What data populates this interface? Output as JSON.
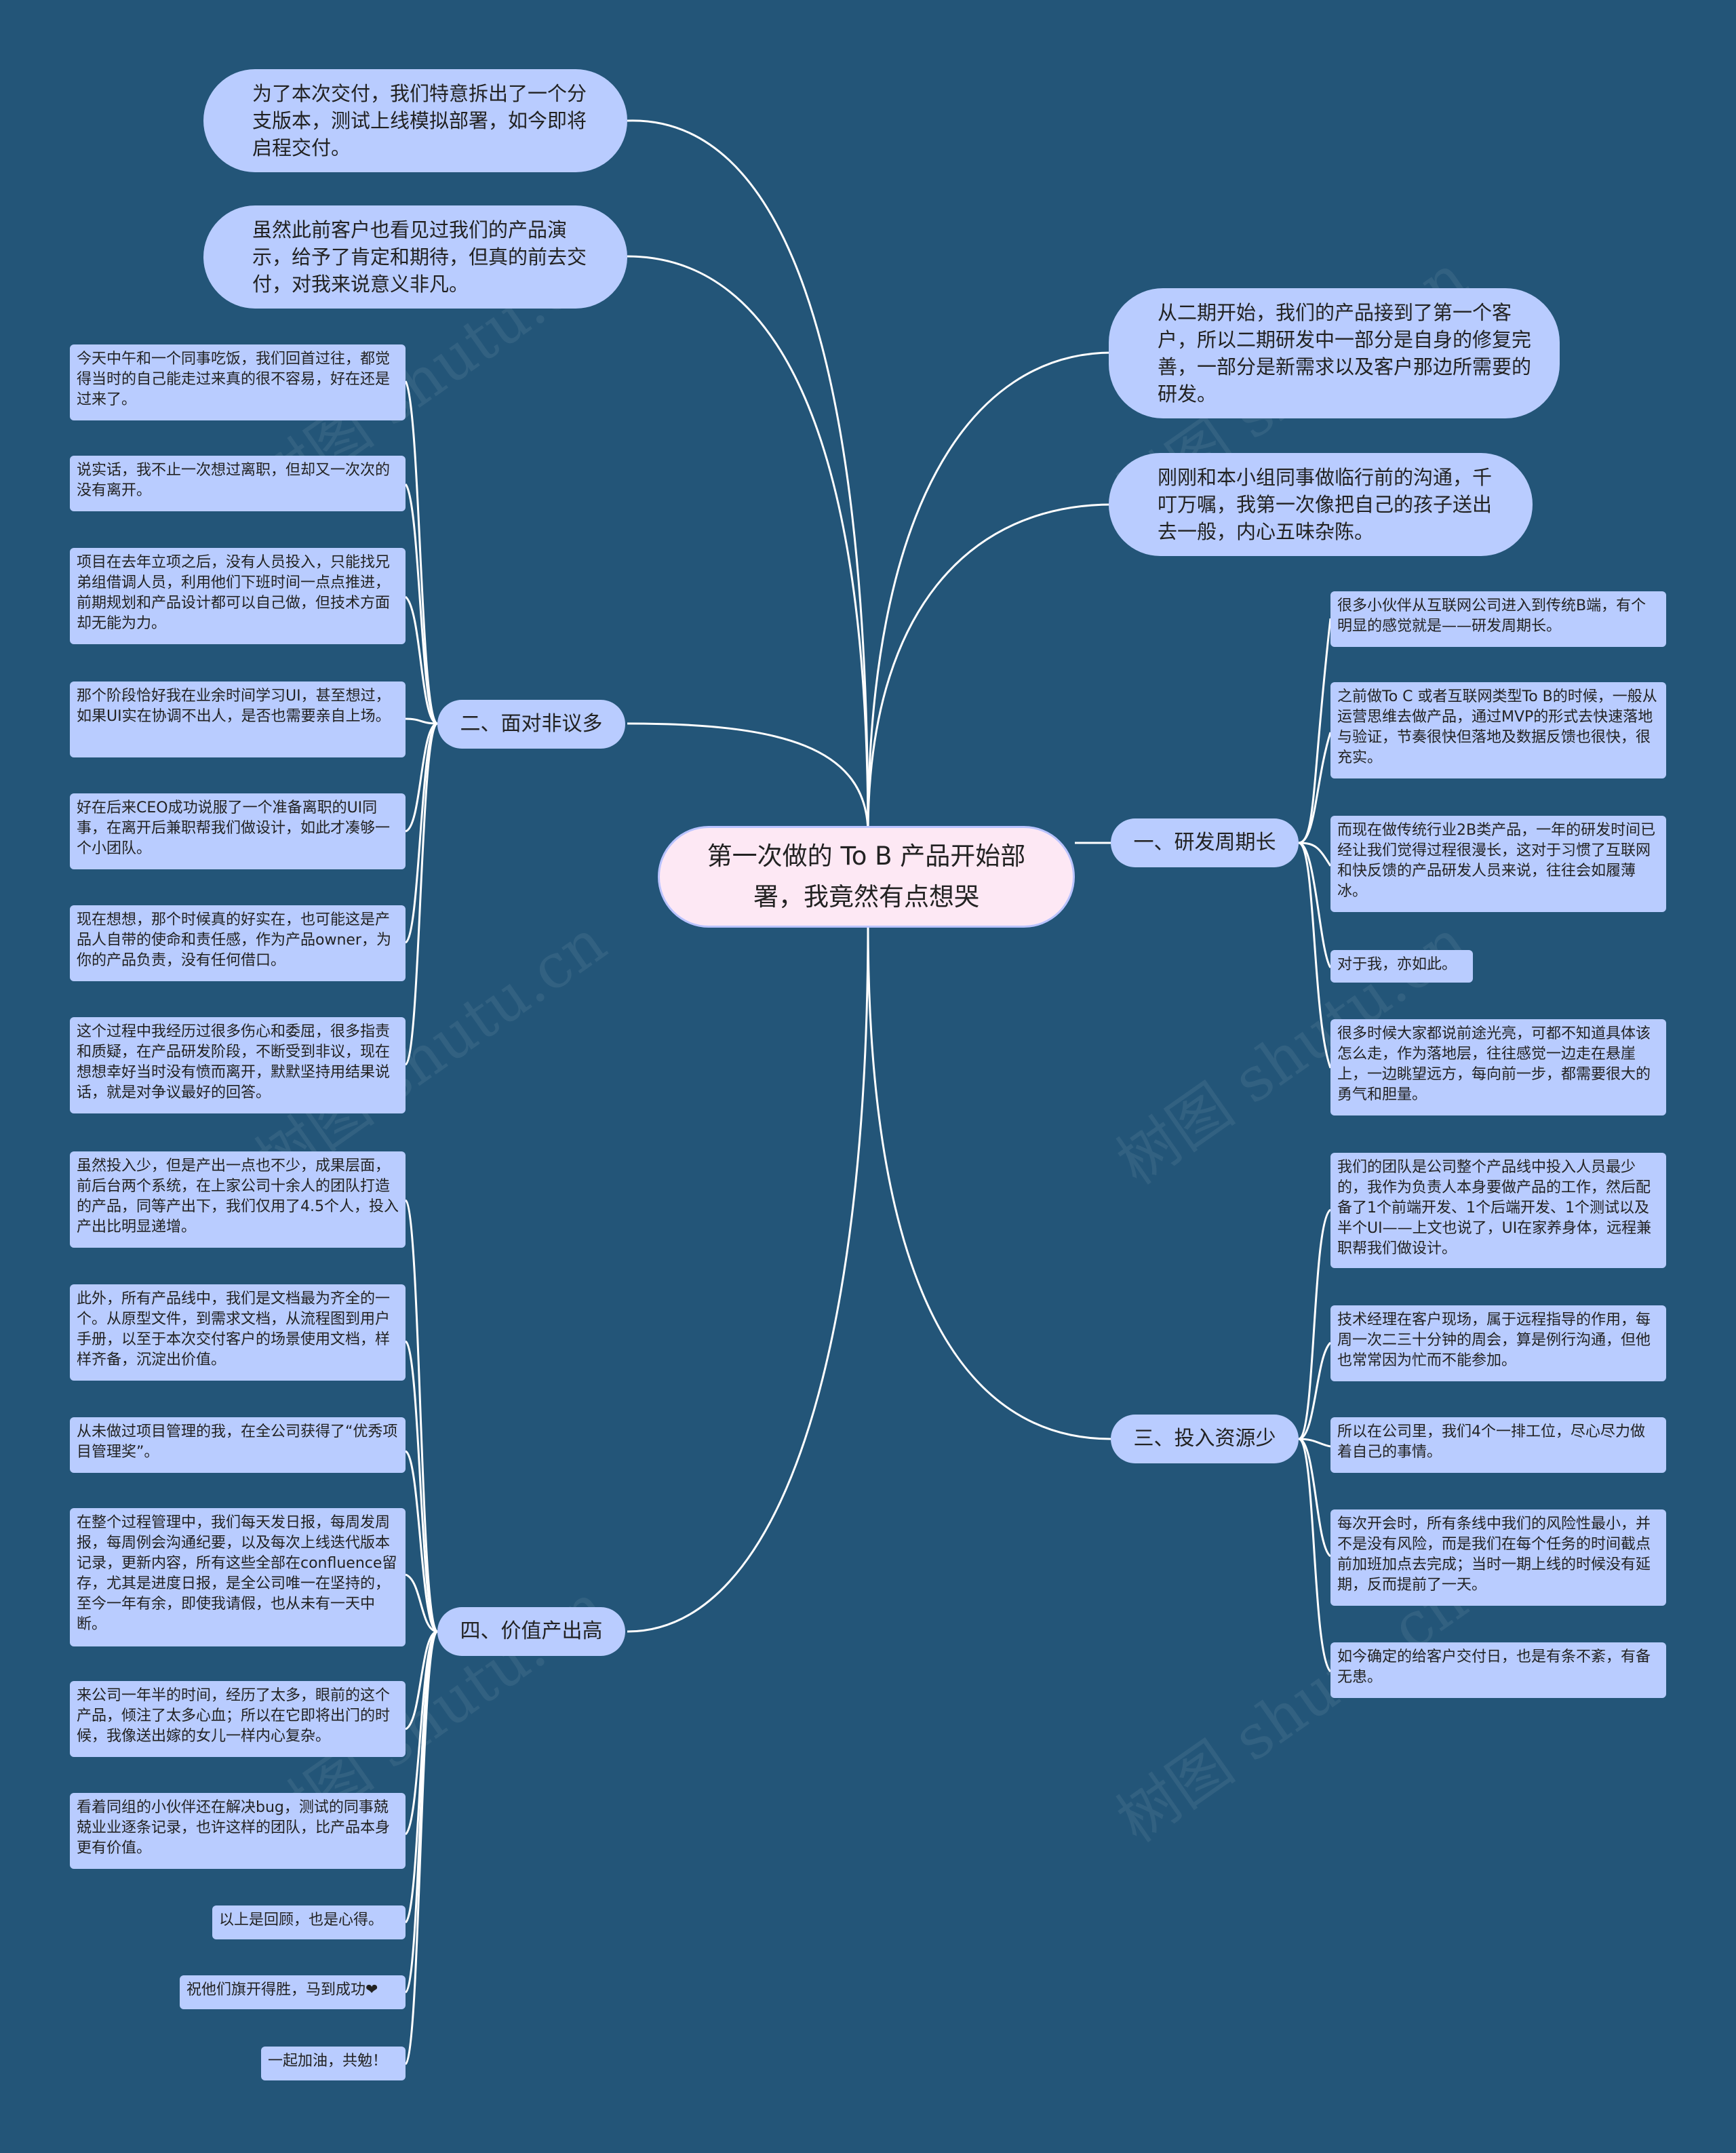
{
  "root": {
    "text": "第一次做的 To B 产品开始部署，我竟然有点想哭"
  },
  "top_notes": {
    "left_1": "为了本次交付，我们特意拆出了一个分支版本，测试上线模拟部署，如今即将启程交付。",
    "left_2": "虽然此前客户也看见过我们的产品演示，给予了肯定和期待，但真的前去交付，对我来说意义非凡。",
    "right_1": "从二期开始，我们的产品接到了第一个客户，所以二期研发中一部分是自身的修复完善，一部分是新需求以及客户那边所需要的研发。",
    "right_2": "刚刚和本小组同事做临行前的沟通，千叮万嘱，我第一次像把自己的孩子送出去一般，内心五味杂陈。"
  },
  "branches": {
    "b1": {
      "label": "一、研发周期长",
      "leaves": [
        "很多小伙伴从互联网公司进入到传统B端，有个明显的感觉就是——研发周期长。",
        "之前做To C 或者互联网类型To B的时候，一般从运营思维去做产品，通过MVP的形式去快速落地与验证，节奏很快但落地及数据反馈也很快，很充实。",
        "而现在做传统行业2B类产品，一年的研发时间已经让我们觉得过程很漫长，这对于习惯了互联网和快反馈的产品研发人员来说，往往会如履薄冰。",
        "对于我，亦如此。",
        "很多时候大家都说前途光亮，可都不知道具体该怎么走，作为落地层，往往感觉一边走在悬崖上，一边眺望远方，每向前一步，都需要很大的勇气和胆量。"
      ]
    },
    "b2": {
      "label": "二、面对非议多",
      "leaves": [
        "今天中午和一个同事吃饭，我们回首过往，都觉得当时的自己能走过来真的很不容易，好在还是过来了。",
        "说实话，我不止一次想过离职，但却又一次次的没有离开。",
        "项目在去年立项之后，没有人员投入，只能找兄弟组借调人员，利用他们下班时间一点点推进，前期规划和产品设计都可以自己做，但技术方面却无能为力。",
        "那个阶段恰好我在业余时间学习UI，甚至想过，如果UI实在协调不出人，是否也需要亲自上场。",
        "好在后来CEO成功说服了一个准备离职的UI同事，在离开后兼职帮我们做设计，如此才凑够一个小团队。",
        "现在想想，那个时候真的好实在，也可能这是产品人自带的使命和责任感，作为产品owner，为你的产品负责，没有任何借口。",
        "这个过程中我经历过很多伤心和委屈，很多指责和质疑，在产品研发阶段，不断受到非议，现在想想幸好当时没有愤而离开，默默坚持用结果说话，就是对争议最好的回答。"
      ]
    },
    "b3": {
      "label": "三、投入资源少",
      "leaves": [
        "我们的团队是公司整个产品线中投入人员最少的，我作为负责人本身要做产品的工作，然后配备了1个前端开发、1个后端开发、1个测试以及半个UI——上文也说了，UI在家养身体，远程兼职帮我们做设计。",
        "技术经理在客户现场，属于远程指导的作用，每周一次二三十分钟的周会，算是例行沟通，但他也常常因为忙而不能参加。",
        "所以在公司里，我们4个一排工位，尽心尽力做着自己的事情。",
        "每次开会时，所有条线中我们的风险性最小，并不是没有风险，而是我们在每个任务的时间截点前加班加点去完成；当时一期上线的时候没有延期，反而提前了一天。",
        "如今确定的给客户交付日，也是有条不紊，有备无患。"
      ]
    },
    "b4": {
      "label": "四、价值产出高",
      "leaves": [
        "虽然投入少，但是产出一点也不少，成果层面，前后台两个系统，在上家公司十余人的团队打造的产品，同等产出下，我们仅用了4.5个人，投入产出比明显递增。",
        "此外，所有产品线中，我们是文档最为齐全的一个。从原型文件，到需求文档，从流程图到用户手册，以至于本次交付客户的场景使用文档，样样齐备，沉淀出价值。",
        "从未做过项目管理的我，在全公司获得了“优秀项目管理奖”。",
        "在整个过程管理中，我们每天发日报，每周发周报，每周例会沟通纪要，以及每次上线迭代版本记录，更新内容，所有这些全部在confluence留存，尤其是进度日报，是全公司唯一在坚持的，至今一年有余，即使我请假，也从未有一天中断。",
        "来公司一年半的时间，经历了太多，眼前的这个产品，倾注了太多心血；所以在它即将出门的时候，我像送出嫁的女儿一样内心复杂。",
        "看着同组的小伙伴还在解决bug，测试的同事兢兢业业逐条记录，也许这样的团队，比产品本身更有价值。",
        "以上是回顾，也是心得。",
        "祝他们旗开得胜，马到成功❤",
        "一起加油，共勉！"
      ]
    }
  },
  "watermark": "树图 shutu.cn",
  "colors": {
    "background": "#235578",
    "node": "#b9ccff",
    "root_fill": "#fde8f4",
    "edge": "#ffffff"
  }
}
